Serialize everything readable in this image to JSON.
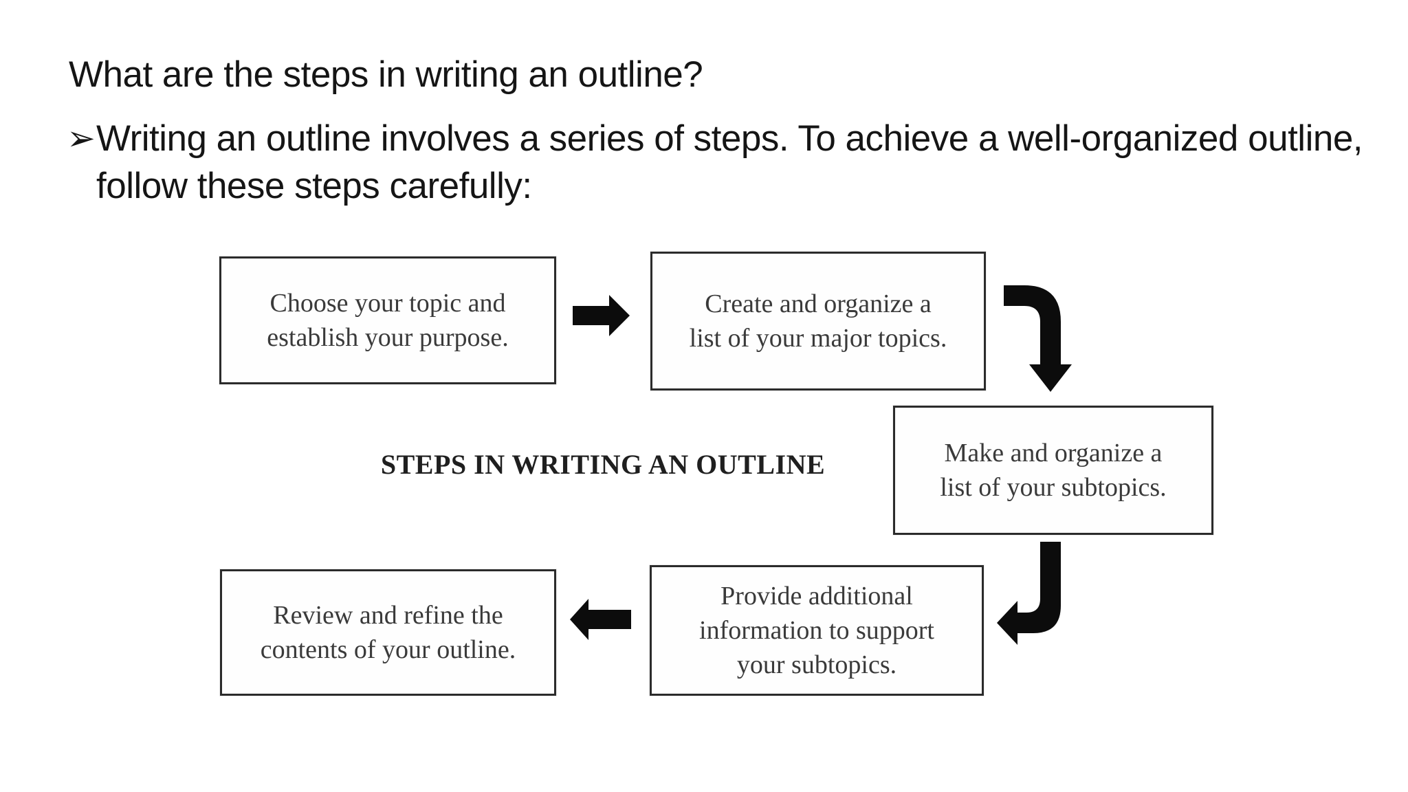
{
  "slide": {
    "title": "What are the steps in writing an outline?",
    "bullet": {
      "marker": "➢",
      "text": "Writing an outline involves a series of steps. To achieve a well-organized outline, follow these steps carefully:"
    }
  },
  "diagram": {
    "caption": "STEPS IN WRITING AN OUTLINE",
    "steps": [
      {
        "label": "Choose your topic and\nestablish your purpose."
      },
      {
        "label": "Create and organize a\nlist of your major topics."
      },
      {
        "label": "Make and organize a\nlist of your subtopics."
      },
      {
        "label": "Provide additional\ninformation to support\nyour subtopics."
      },
      {
        "label": "Review and refine the\ncontents of your outline."
      }
    ],
    "colors": {
      "arrow": "#0c0c0c",
      "box_border": "#2b2b2b",
      "box_text": "#3a3a3a",
      "heading_text": "#151515"
    }
  }
}
